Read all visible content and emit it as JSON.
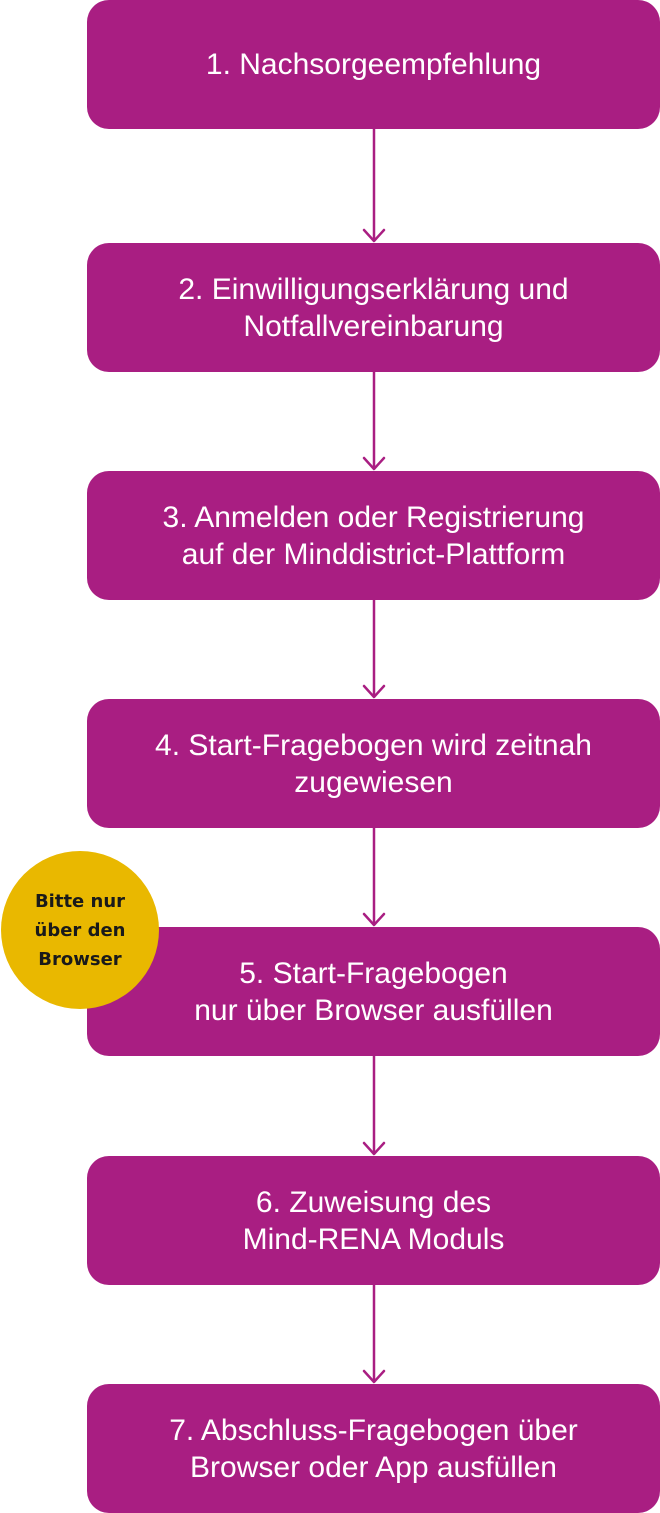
{
  "colors": {
    "step_fill": "#a91e82",
    "connector": "#a91e82",
    "badge_fill": "#e9b800",
    "step_text": "#ffffff"
  },
  "steps": [
    {
      "label": "1. Nachsorgeempfehlung"
    },
    {
      "label": "2. Einwilligungserklärung und\nNotfallvereinbarung"
    },
    {
      "label": "3. Anmelden oder Registrierung\nauf der Minddistrict-Plattform"
    },
    {
      "label": "4. Start-Fragebogen wird zeitnah\nzugewiesen"
    },
    {
      "label": "5. Start-Fragebogen\nnur über Browser ausfüllen"
    },
    {
      "label": "6. Zuweisung des\nMind-RENA Moduls"
    },
    {
      "label": "7. Abschluss-Fragebogen über\nBrowser oder App ausfüllen"
    }
  ],
  "badge": {
    "label": "Bitte nur\nüber den\nBrowser"
  }
}
